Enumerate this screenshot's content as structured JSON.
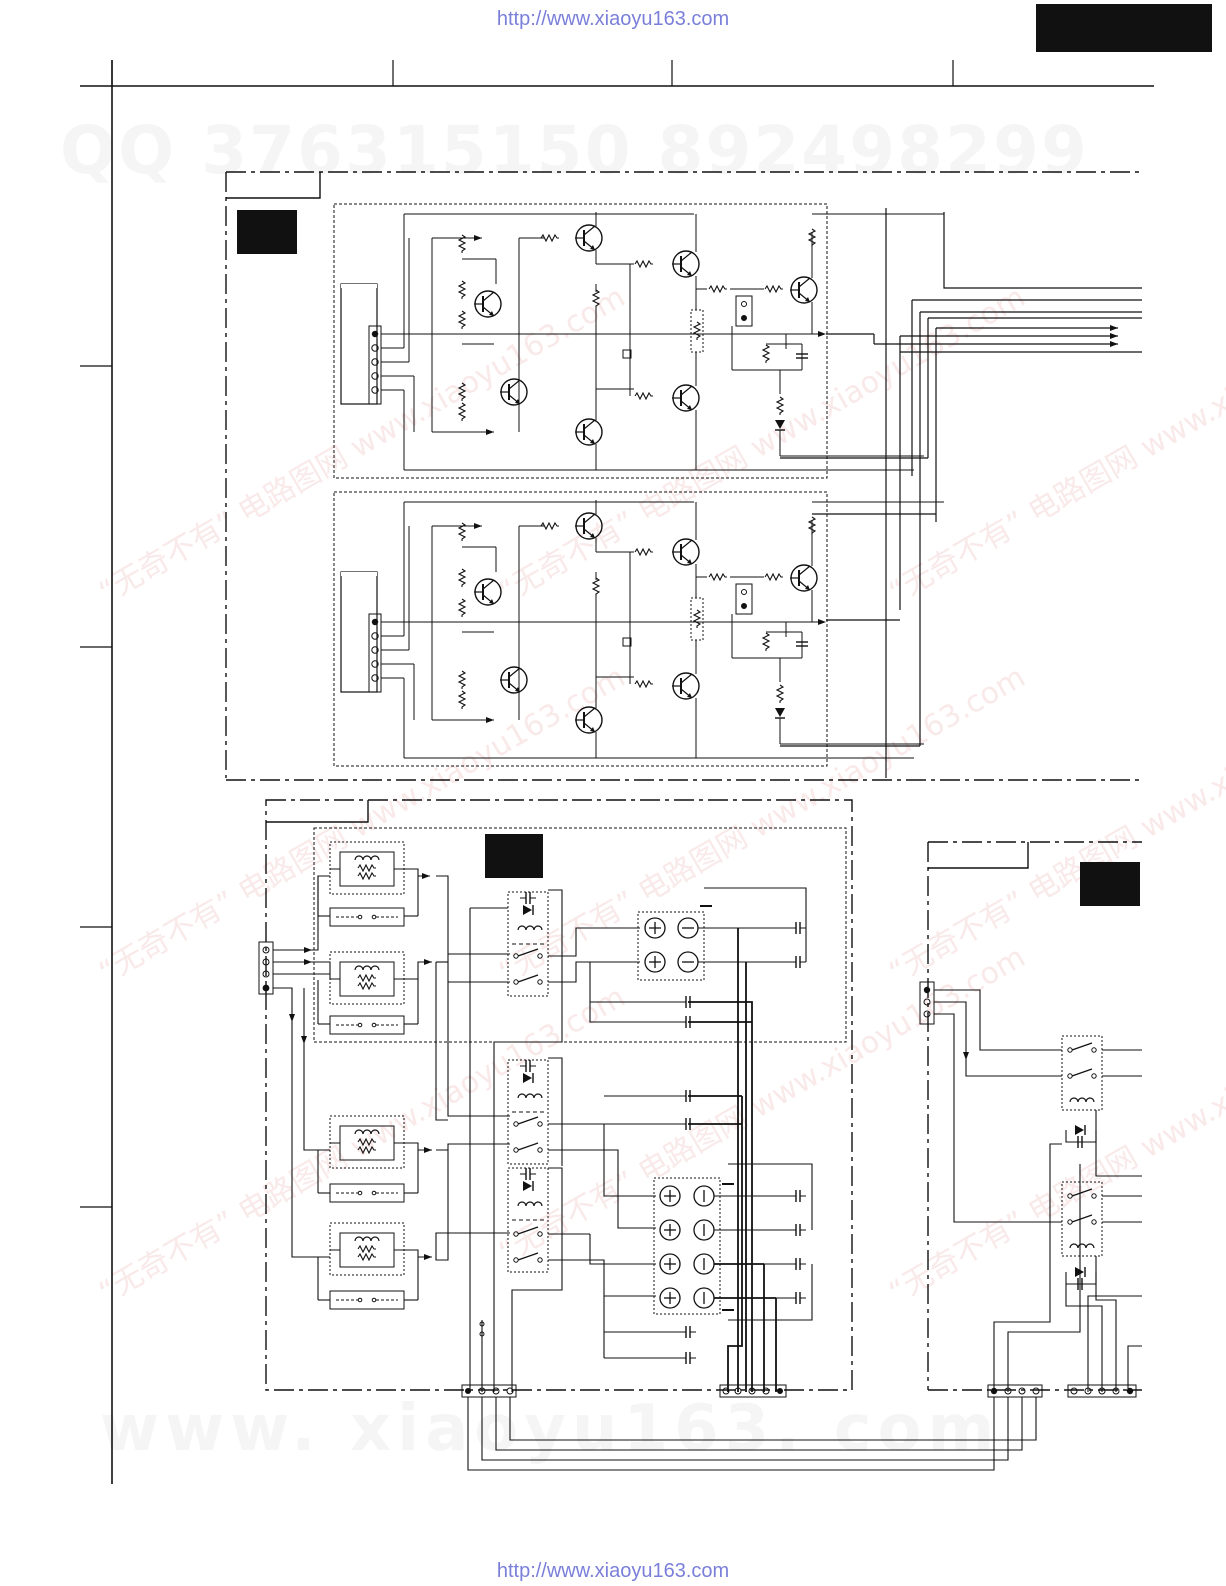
{
  "header": {
    "url_top": "http://www.xiaoyu163.com",
    "url_bottom": "http://www.xiaoyu163.com"
  },
  "watermarks": {
    "qq": "QQ 376315150   892498299",
    "site": "www. xiaoyu163. com",
    "diagonal": "“无奇不有” 电路图网 www.xiaoyu163.com"
  },
  "colors": {
    "ink": "#111111",
    "url_blue": "#7a7fd9",
    "watermark_red": "#dc7878"
  }
}
